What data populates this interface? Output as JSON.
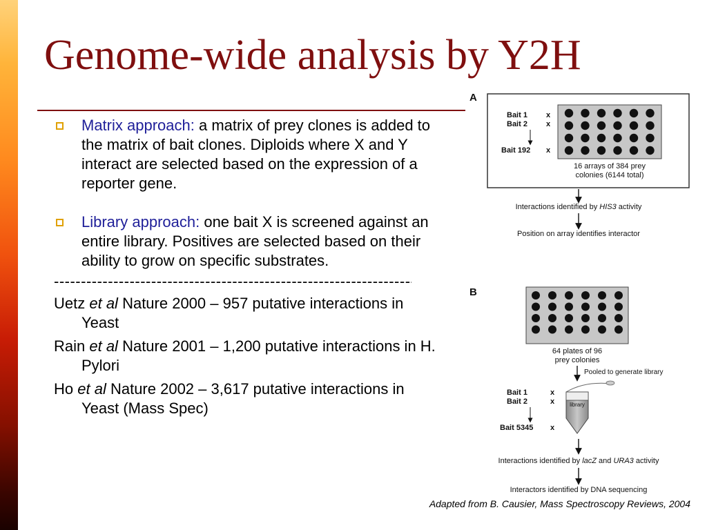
{
  "slide": {
    "title": "Genome-wide analysis by Y2H",
    "bullets": [
      {
        "heading": "Matrix approach:",
        "text": " a matrix of prey clones is added to the matrix of bait clones. Diploids where X and Y interact are selected based on the expression of a reporter gene."
      },
      {
        "heading": "Library approach:",
        "text": " one bait X is screened against an entire library. Positives are selected based on their ability to grow on specific substrates."
      }
    ],
    "separator": "------------------------------------------------------------------------------",
    "references": [
      {
        "author": "Uetz ",
        "etal": "et al",
        "rest": " Nature 2000 – 957 putative interactions in Yeast"
      },
      {
        "author": "Rain ",
        "etal": "et al",
        "rest": " Nature 2001 – 1,200 putative interactions in H. Pylori"
      },
      {
        "author": "Ho ",
        "etal": "et al",
        "rest": " Nature 2002 – 3,617 putative interactions in Yeast (Mass Spec)"
      }
    ],
    "caption": "Adapted from B. Causier, Mass Spectroscopy Reviews, 2004"
  },
  "figure": {
    "panel_a": {
      "label": "A",
      "baits": [
        "Bait 1",
        "Bait 2",
        "Bait 192"
      ],
      "mark": "x",
      "array_caption": [
        "16 arrays of 384 prey",
        "colonies (6144 total)"
      ],
      "step1_pre": "Interactions identified by ",
      "step1_gene": "HIS3",
      "step1_post": " activity",
      "step2": "Position on array identifies interactor"
    },
    "panel_b": {
      "label": "B",
      "plate_caption": [
        "64 plates of 96",
        "prey colonies"
      ],
      "pooled": "Pooled to generate library",
      "tube_label": "library",
      "baits": [
        "Bait 1",
        "Bait 2",
        "Bait 5345"
      ],
      "mark": "x",
      "step1_pre": "Interactions identified by ",
      "step1_gene1": "lacZ",
      "step1_mid": " and ",
      "step1_gene2": "URA3",
      "step1_post": " activity",
      "step2": "Interactors identified by DNA sequencing"
    }
  }
}
